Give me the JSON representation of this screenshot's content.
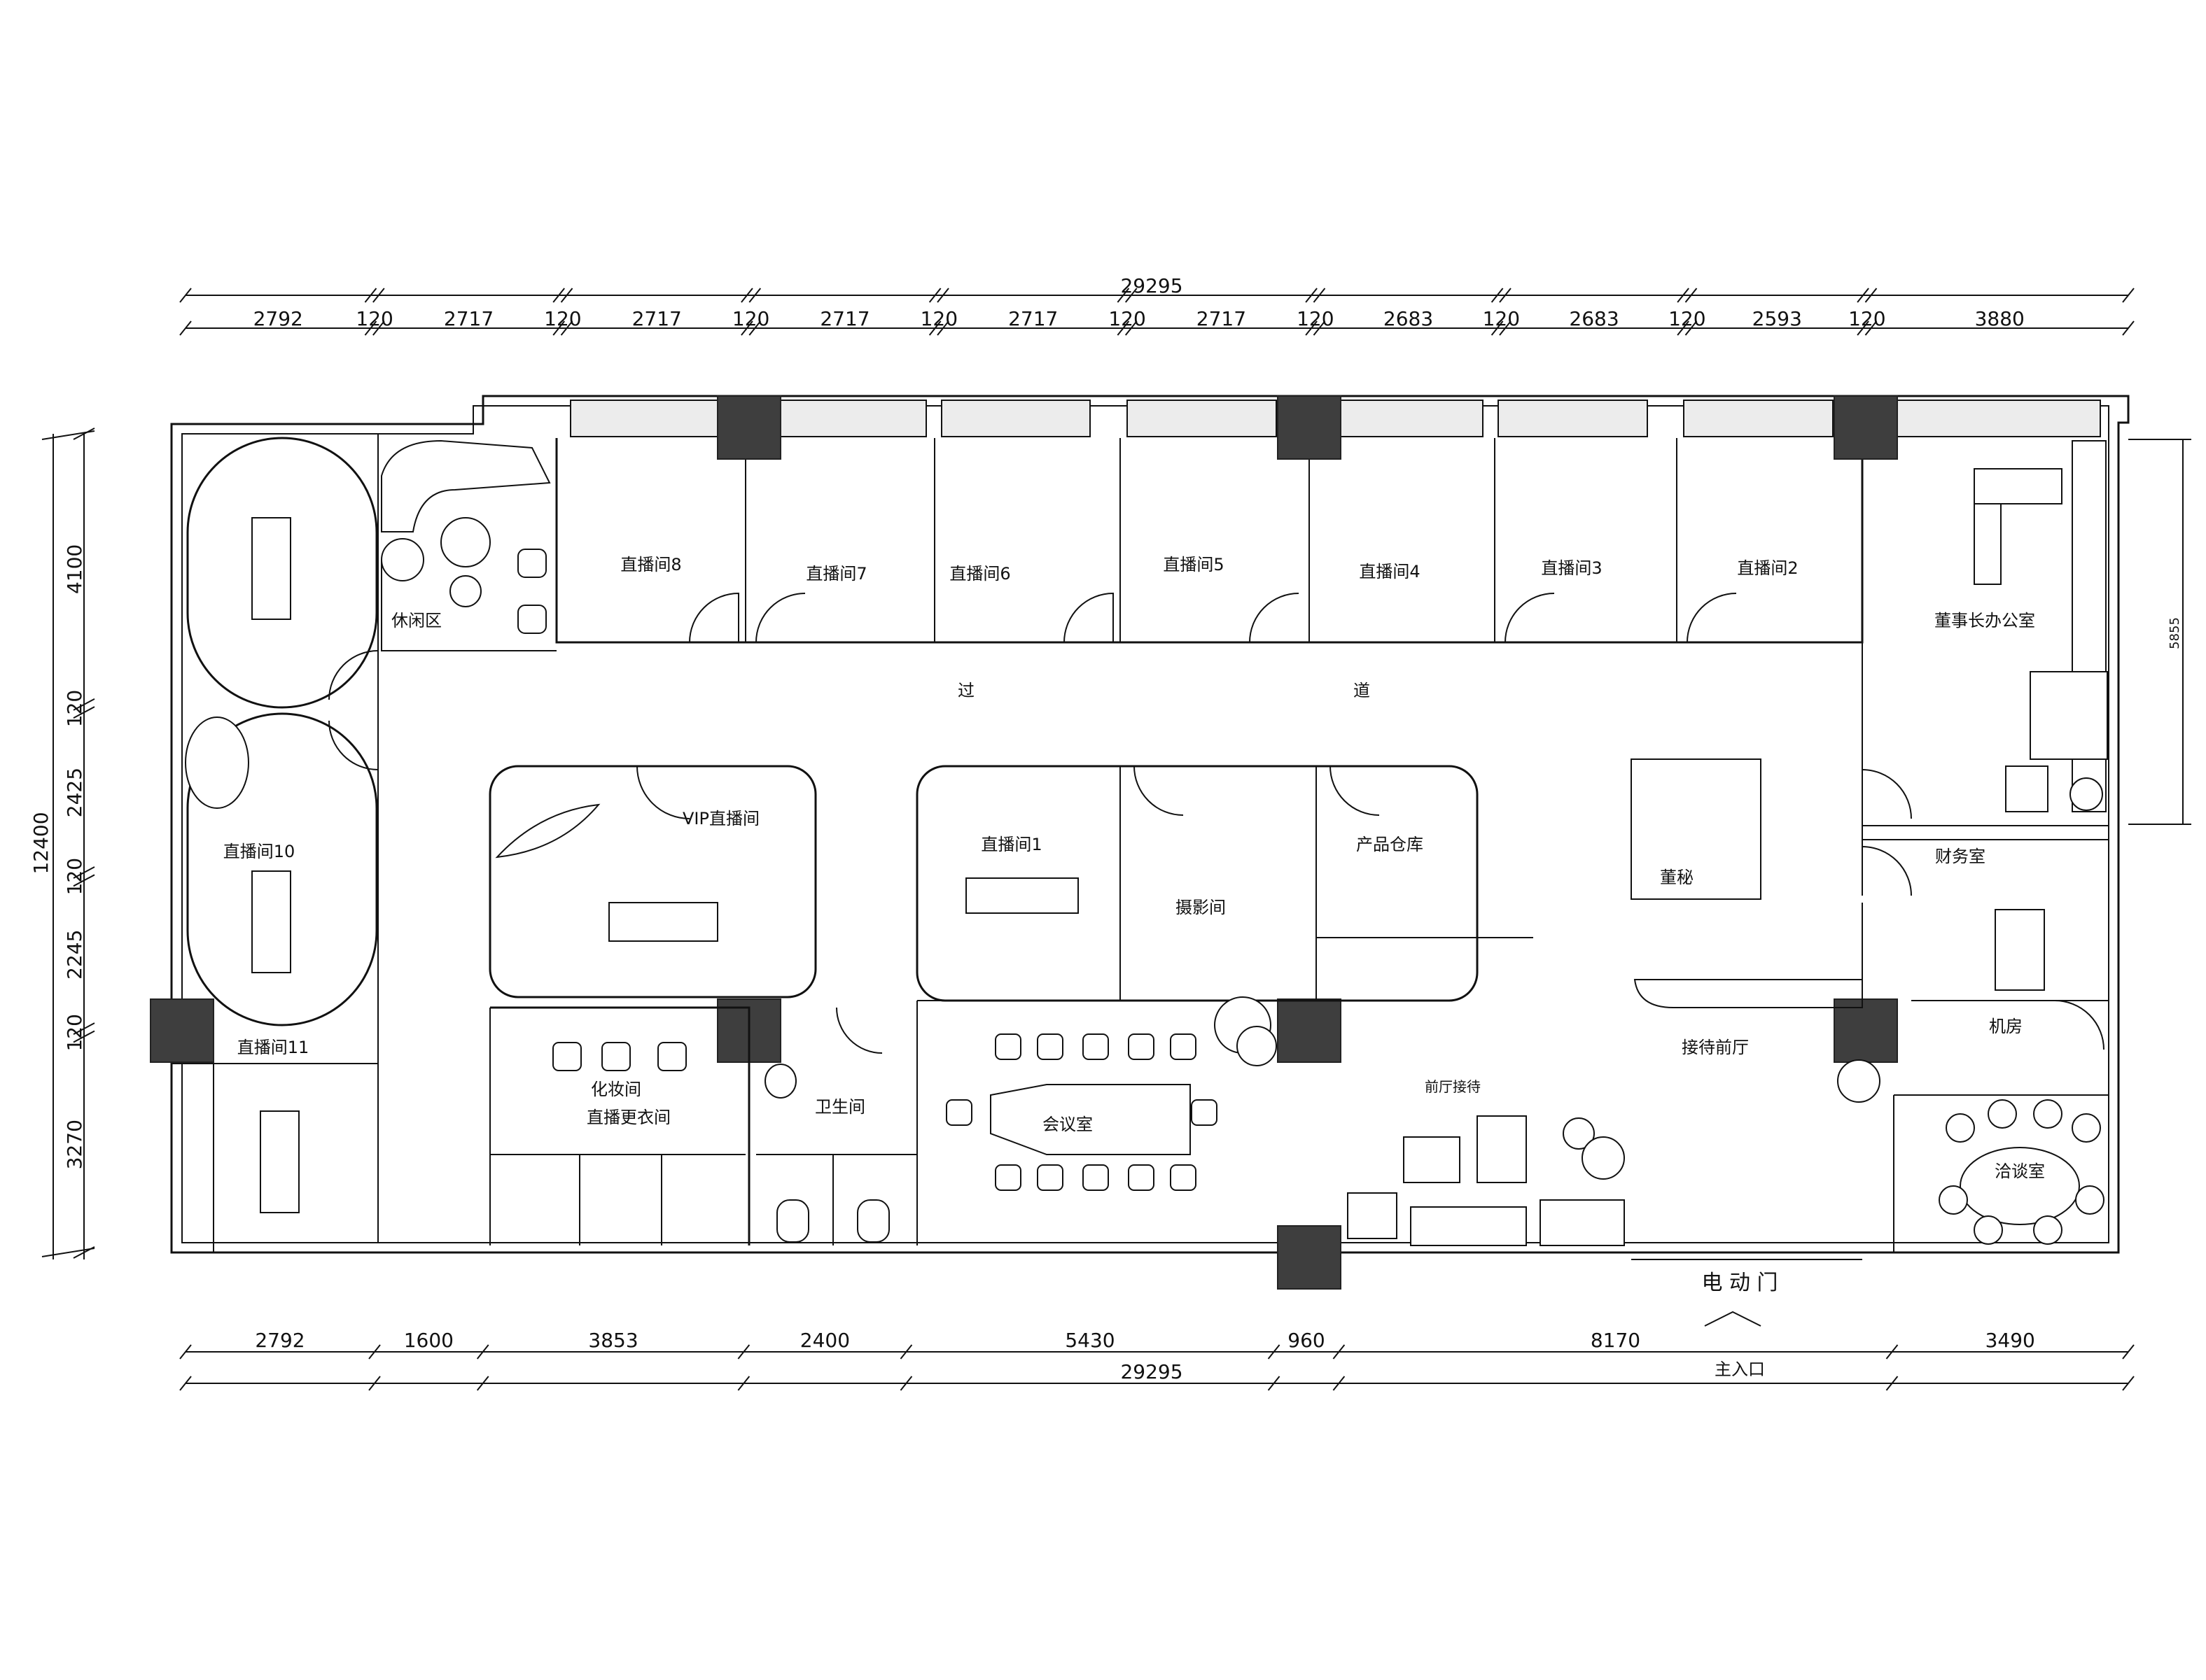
{
  "dimensions": {
    "top_total": "29295",
    "top_segments": [
      "2792",
      "120",
      "2717",
      "120",
      "2717",
      "120",
      "2717",
      "120",
      "2717",
      "120",
      "2717",
      "120",
      "2683",
      "120",
      "2683",
      "120",
      "2593",
      "120",
      "3880"
    ],
    "bottom_segments": [
      "2792",
      "1600",
      "3853",
      "2400",
      "5430",
      "960",
      "8170",
      "3490"
    ],
    "bottom_total": "29295",
    "left_total": "12400",
    "left_segments": [
      "4100",
      "120",
      "2425",
      "120",
      "2245",
      "120",
      "3270"
    ],
    "right_dim": "5855"
  },
  "rooms": {
    "live8": "直播间8",
    "live7": "直播间7",
    "live6": "直播间6",
    "live5": "直播间5",
    "live4": "直播间4",
    "live3": "直播间3",
    "live2": "直播间2",
    "chairman": "董事长办公室",
    "lounge": "休闲区",
    "corridor_a": "过",
    "corridor_b": "道",
    "vip": "VIP直播间",
    "live1": "直播间1",
    "photo": "摄影间",
    "warehouse": "产品仓库",
    "secretary": "董秘",
    "finance": "财务室",
    "live10": "直播间10",
    "live11": "直播间11",
    "makeup": "化妆间",
    "changing": "直播更衣间",
    "wc": "卫生间",
    "meeting": "会议室",
    "reception_sub": "前厅接待",
    "reception": "接待前厅",
    "server": "机房",
    "negotiation": "洽谈室"
  },
  "entrance": {
    "door": "电 动 门",
    "main": "主入口"
  }
}
